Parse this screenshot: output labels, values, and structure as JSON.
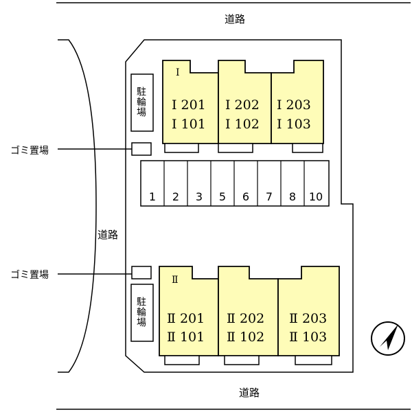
{
  "roads": {
    "top": "道路",
    "left": "道路",
    "bottom": "道路"
  },
  "garbage": {
    "upper": "ゴミ置場",
    "lower": "ゴミ置場"
  },
  "bike_parking": {
    "upper": "駐輪場",
    "lower": "駐輪場"
  },
  "buildings": [
    {
      "name": "Ⅰ",
      "units": [
        {
          "upper": "Ⅰ 201",
          "lower": "Ⅰ 101"
        },
        {
          "upper": "Ⅰ 202",
          "lower": "Ⅰ 102"
        },
        {
          "upper": "Ⅰ 203",
          "lower": "Ⅰ 103"
        }
      ]
    },
    {
      "name": "Ⅱ",
      "units": [
        {
          "upper": "Ⅱ 201",
          "lower": "Ⅱ 101"
        },
        {
          "upper": "Ⅱ 202",
          "lower": "Ⅱ 102"
        },
        {
          "upper": "Ⅱ 203",
          "lower": "Ⅱ 103"
        }
      ]
    }
  ],
  "parking_slots": [
    "1",
    "2",
    "3",
    "5",
    "6",
    "7",
    "8",
    "10"
  ],
  "colors": {
    "building_fill": "#fefcb8",
    "line": "#000000",
    "background": "#ffffff"
  },
  "compass": {
    "icon": "north-arrow-icon"
  }
}
